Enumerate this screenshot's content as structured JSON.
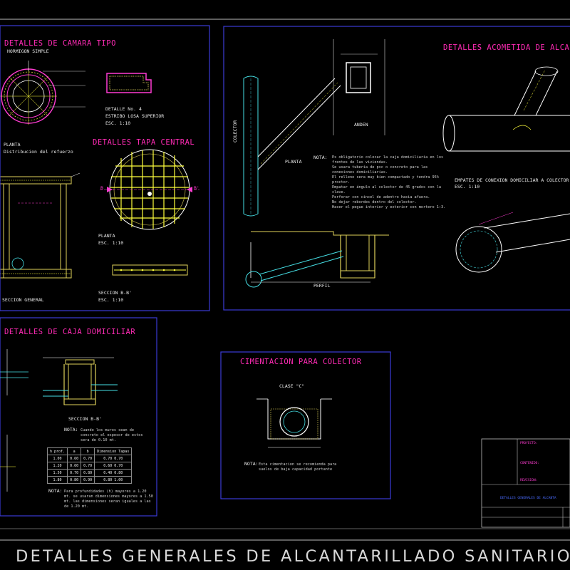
{
  "drawing_title": "DETALLES GENERALES DE ALCANTARILLADO SANITARIO",
  "panels": {
    "camara": {
      "title": "DETALLES DE CAMARA TIPO",
      "subtitle": "HORMIGON SIMPLE",
      "detalle4": "DETALLE No. 4",
      "estribo": "ESTRIBO LOSA SUPERIOR",
      "esc": "ESC. 1:10",
      "planta_lbl": "PLANTA",
      "distribucion": "Distribucion del refuerzo",
      "seccion_general": "SECCION GENERAL"
    },
    "tapa": {
      "title": "DETALLES TAPA CENTRAL",
      "planta": "PLANTA",
      "esc1": "ESC. 1:10",
      "seccion": "SECCION B-B'",
      "esc2": "ESC. 1:10",
      "b_left": "B",
      "b_right": "B'"
    },
    "acometida": {
      "title": "DETALLES ACOMETIDA DE ALCA",
      "colector": "COLECTOR",
      "planta": "PLANTA",
      "anden": "ANDEN",
      "perfil": "PERFIL",
      "nota_label": "NOTA:",
      "nota_lines": [
        "Es obligatorio colocar la caja domiciliaria en los frentes de las viviendas.",
        "Se usara tuberia de pvc o concreto para las conexiones domiciliarias.",
        "El relleno sera muy bien compactado y tendra 95% proctor.",
        "Empatar en ángulo al colector de 45 grados con la clave.",
        "Perforar con cincel de adentro hacia afuera.",
        "No dejar rebordes dentro del colector.",
        "Hacer el pegue interior y exterior con mortero 1:3."
      ],
      "empates_line1": "EMPATES DE CONEXION DOMICILIAR A COLECTOR",
      "empates_line2": "ESC. 1:10"
    },
    "caja": {
      "title": "DETALLES DE CAJA DOMICILIAR",
      "seccion": "SECCION B-B'",
      "nota1_label": "NOTA:",
      "nota1_text": "Cuando los muros sean de concreto el espesor de estos sera de 0.10 mt.",
      "nota2_label": "NOTA:",
      "nota2_text": "Para profundidades (h) mayores a 1.20 mt. se usaran dimensiones mayores a 1.50 mt. las dimensiones seran iguales a las de 1.20 mt.",
      "table": {
        "headers": [
          "h prof.",
          "a",
          "b",
          "Dimension Tapas"
        ],
        "rows": [
          [
            "1.00",
            "0.60",
            "0.70",
            "0.70  0.70"
          ],
          [
            "1.20",
            "0.60",
            "0.70",
            "0.60  0.70"
          ],
          [
            "1.50",
            "0.70",
            "0.80",
            "0.40  0.80"
          ],
          [
            "1.80",
            "0.80",
            "0.90",
            "0.80  1.00"
          ]
        ]
      }
    },
    "cimentacion": {
      "title": "CIMENTACION PARA COLECTOR",
      "clase": "CLASE \"C\"",
      "nota_label": "NOTA:",
      "nota_text": "Esta cimentacion se recomienda para suelos de baja capacidad portante"
    }
  },
  "title_block": {
    "proyecto": "PROYECTO:",
    "contenido": "CONTENIDO:",
    "revision": "REVISION:",
    "dibujo": "DETALLES GENERALES DE ALCANTA"
  },
  "colors": {
    "frame": "#3b3bd6",
    "title": "#ff2bb5",
    "concrete": "#e0d25a",
    "rebar": "#ffff3c",
    "pipe": "#46e0e6",
    "magenta": "#ff3cd2"
  }
}
